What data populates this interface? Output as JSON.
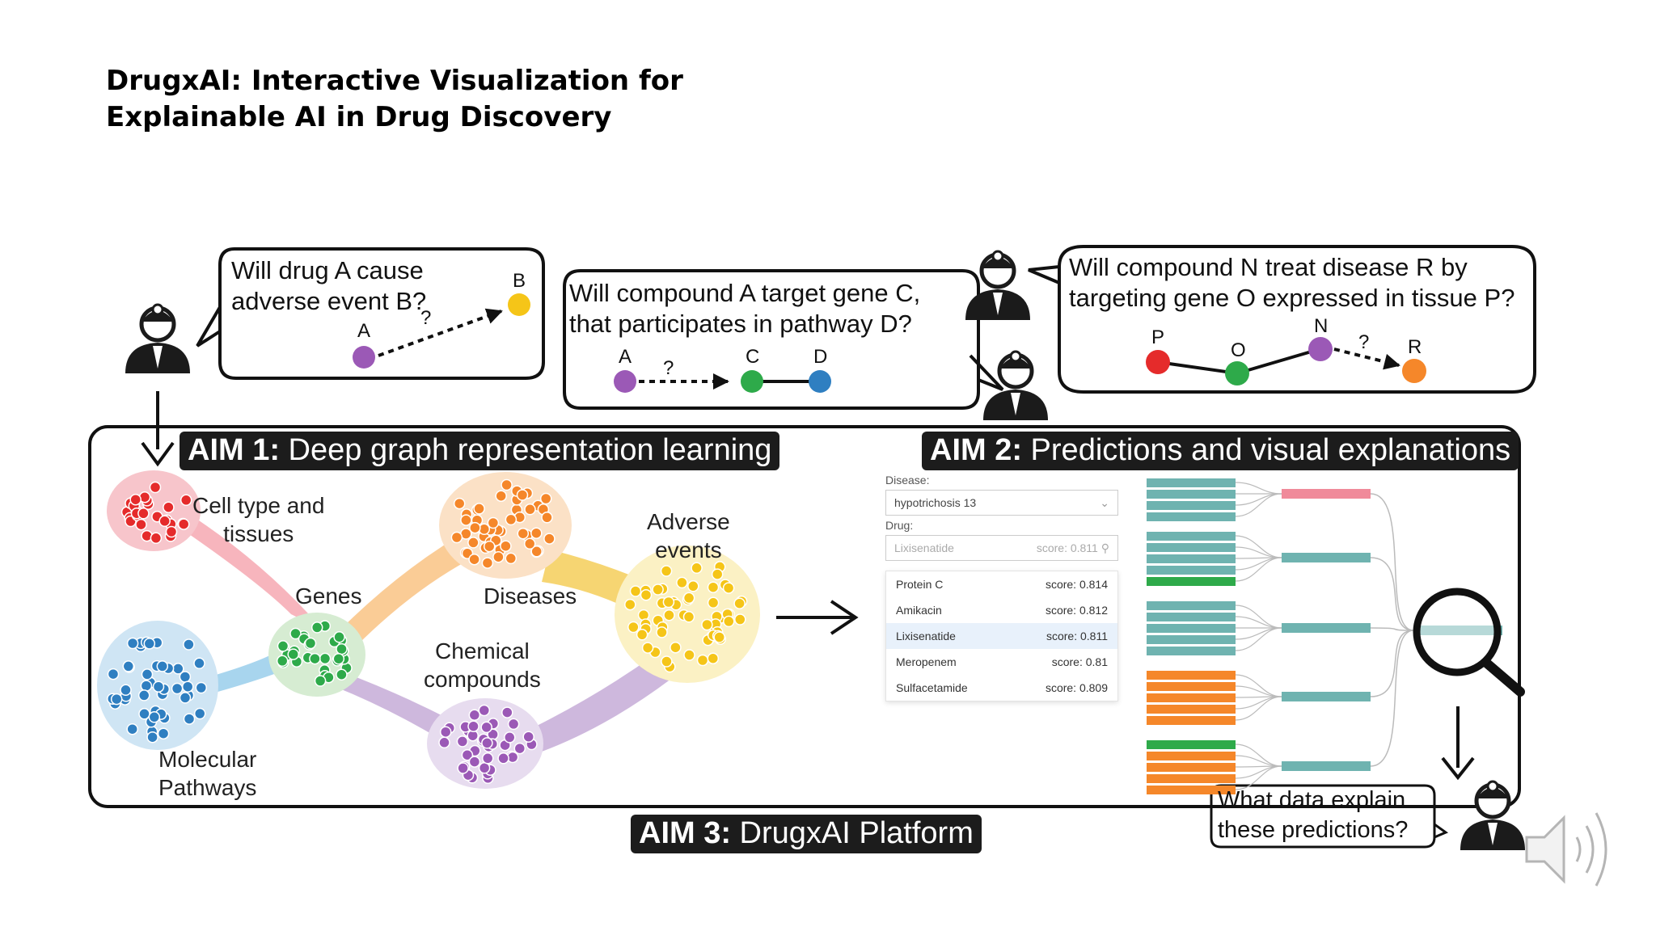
{
  "title": {
    "line1": "DrugxAI: Interactive Visualization for",
    "line2": "Explainable AI in Drug Discovery"
  },
  "bubbles": {
    "q1": {
      "line1": "Will drug A cause",
      "line2": "adverse event B?",
      "nodes": [
        "A",
        "B"
      ],
      "mark": "?"
    },
    "q2": {
      "line1": "Will compound A target gene C,",
      "line2": "that participates in pathway D?",
      "nodes": [
        "A",
        "C",
        "D"
      ],
      "mark": "?"
    },
    "q3": {
      "line1": "Will compound N treat disease R by",
      "line2": "targeting gene O expressed in tissue P?",
      "nodes": [
        "P",
        "O",
        "N",
        "R"
      ],
      "mark": "?"
    },
    "q4": {
      "line1": "What data explain",
      "line2": "these predictions?"
    }
  },
  "aims": {
    "aim1": {
      "bold": "AIM 1:",
      "text": " Deep graph representation learning"
    },
    "aim2": {
      "bold": "AIM 2:",
      "text": " Predictions and visual explanations"
    },
    "aim3": {
      "bold": "AIM 3:",
      "text": " DrugxAI Platform"
    }
  },
  "clusters": {
    "cells": {
      "line1": "Cell type and",
      "line2": "tissues"
    },
    "genes": "Genes",
    "diseases": "Diseases",
    "adverse": {
      "line1": "Adverse",
      "line2": "events"
    },
    "chemical": {
      "line1": "Chemical",
      "line2": "compounds"
    },
    "pathways": {
      "line1": "Molecular",
      "line2": "Pathways"
    }
  },
  "panel": {
    "disease_label": "Disease:",
    "disease_value": "hypotrichosis 13",
    "drug_label": "Drug:",
    "drug_value": "Lixisenatide",
    "drug_score": "score: 0.811",
    "results": [
      {
        "name": "Protein C",
        "score": "score: 0.814"
      },
      {
        "name": "Amikacin",
        "score": "score: 0.812"
      },
      {
        "name": "Lixisenatide",
        "score": "score: 0.811"
      },
      {
        "name": "Meropenem",
        "score": "score: 0.81"
      },
      {
        "name": "Sulfacetamide",
        "score": "score: 0.809"
      }
    ]
  },
  "colors": {
    "purple": "#9b59b6",
    "yellow": "#f5c518",
    "green": "#2eaa4a",
    "blue": "#2f7fc1",
    "red": "#e52b2b",
    "orange": "#f5872a",
    "teal": "#6fb3b0",
    "pink": "#f08a9a"
  }
}
